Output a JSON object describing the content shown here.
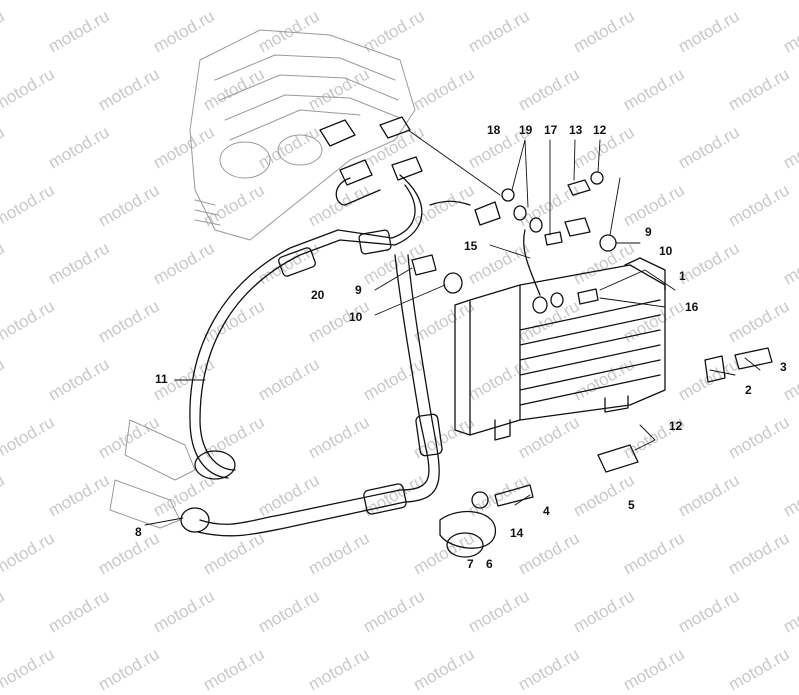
{
  "watermark": {
    "text": "motod.ru"
  },
  "callouts": {
    "c1": "1",
    "c2": "2",
    "c3": "3",
    "c4": "4",
    "c5": "5",
    "c6": "6",
    "c7": "7",
    "c8": "8",
    "c9a": "9",
    "c9b": "9",
    "c10a": "10",
    "c10b": "10",
    "c11": "11",
    "c12a": "12",
    "c12b": "12",
    "c13": "13",
    "c14": "14",
    "c15": "15",
    "c16": "16",
    "c17": "17",
    "c18": "18",
    "c19": "19",
    "c20": "20"
  }
}
